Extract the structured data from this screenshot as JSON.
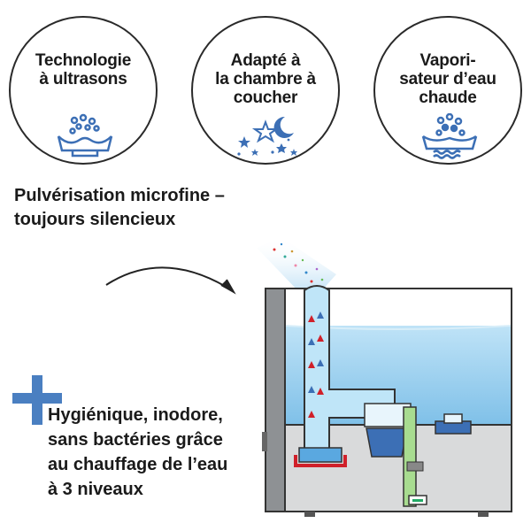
{
  "badges": [
    {
      "label": "Technologie\nà ultrasons",
      "icon": "ultrasonic-icon"
    },
    {
      "label": "Adapté à\nla chambre à\ncoucher",
      "icon": "moon-stars-icon"
    },
    {
      "label": "Vapori-\nsateur d’eau\nchaude",
      "icon": "warm-vaporizer-icon"
    }
  ],
  "caption_top": "Pulvérisation microfine –\ntoujours silencieux",
  "caption_bottom": "Hygiénique, inodore,\nsans bactéries grâce\nau chauffage de l’eau\nà 3 niveaux",
  "colors": {
    "accent": "#4a7fc1",
    "water": "#9fd0ef",
    "heater": "#d0202a",
    "tube_green": "#9fd68a",
    "icon_blue": "#3c6fb5"
  }
}
